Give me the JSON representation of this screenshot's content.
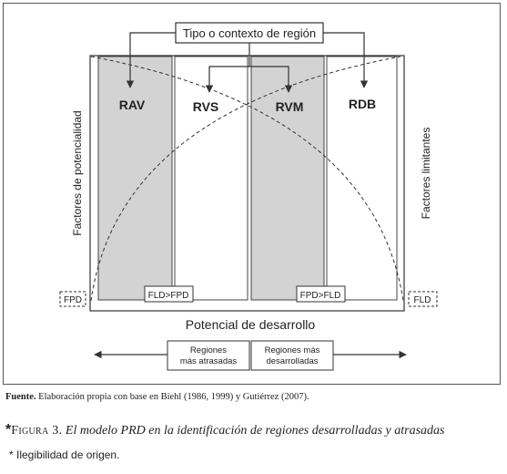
{
  "diagram": {
    "top_label": "Tipo o contexto de región",
    "regions": [
      "RAV",
      "RVS",
      "RVM",
      "RDB"
    ],
    "left_axis_label": "Factores de potencialidad",
    "right_axis_label": "Factores limitantes",
    "bottom_label": "Potencial de desarrollo",
    "fpd_label": "FPD",
    "fld_label": "FLD",
    "fld_fpd_label": "FLD>FPD",
    "fpd_fld_label": "FPD>FLD",
    "regions_behind_line1": "Regiones",
    "regions_behind_line2": "más atrasadas",
    "regions_ahead_line1": "Regiones más",
    "regions_ahead_line2": "desarrolladas",
    "colors": {
      "shaded": "#d3d3d3",
      "line": "#333333"
    }
  },
  "source": {
    "label": "Fuente.",
    "text": " Elaboración propia con base en Biehl (1986, 1999) y Gutiérrez (2007)."
  },
  "caption": {
    "star": "*",
    "figure": "Figura 3.",
    "title": " El modelo PRD en la identificación de regiones desarrolladas y atrasadas"
  },
  "note": "* Ilegibilidad de origen."
}
